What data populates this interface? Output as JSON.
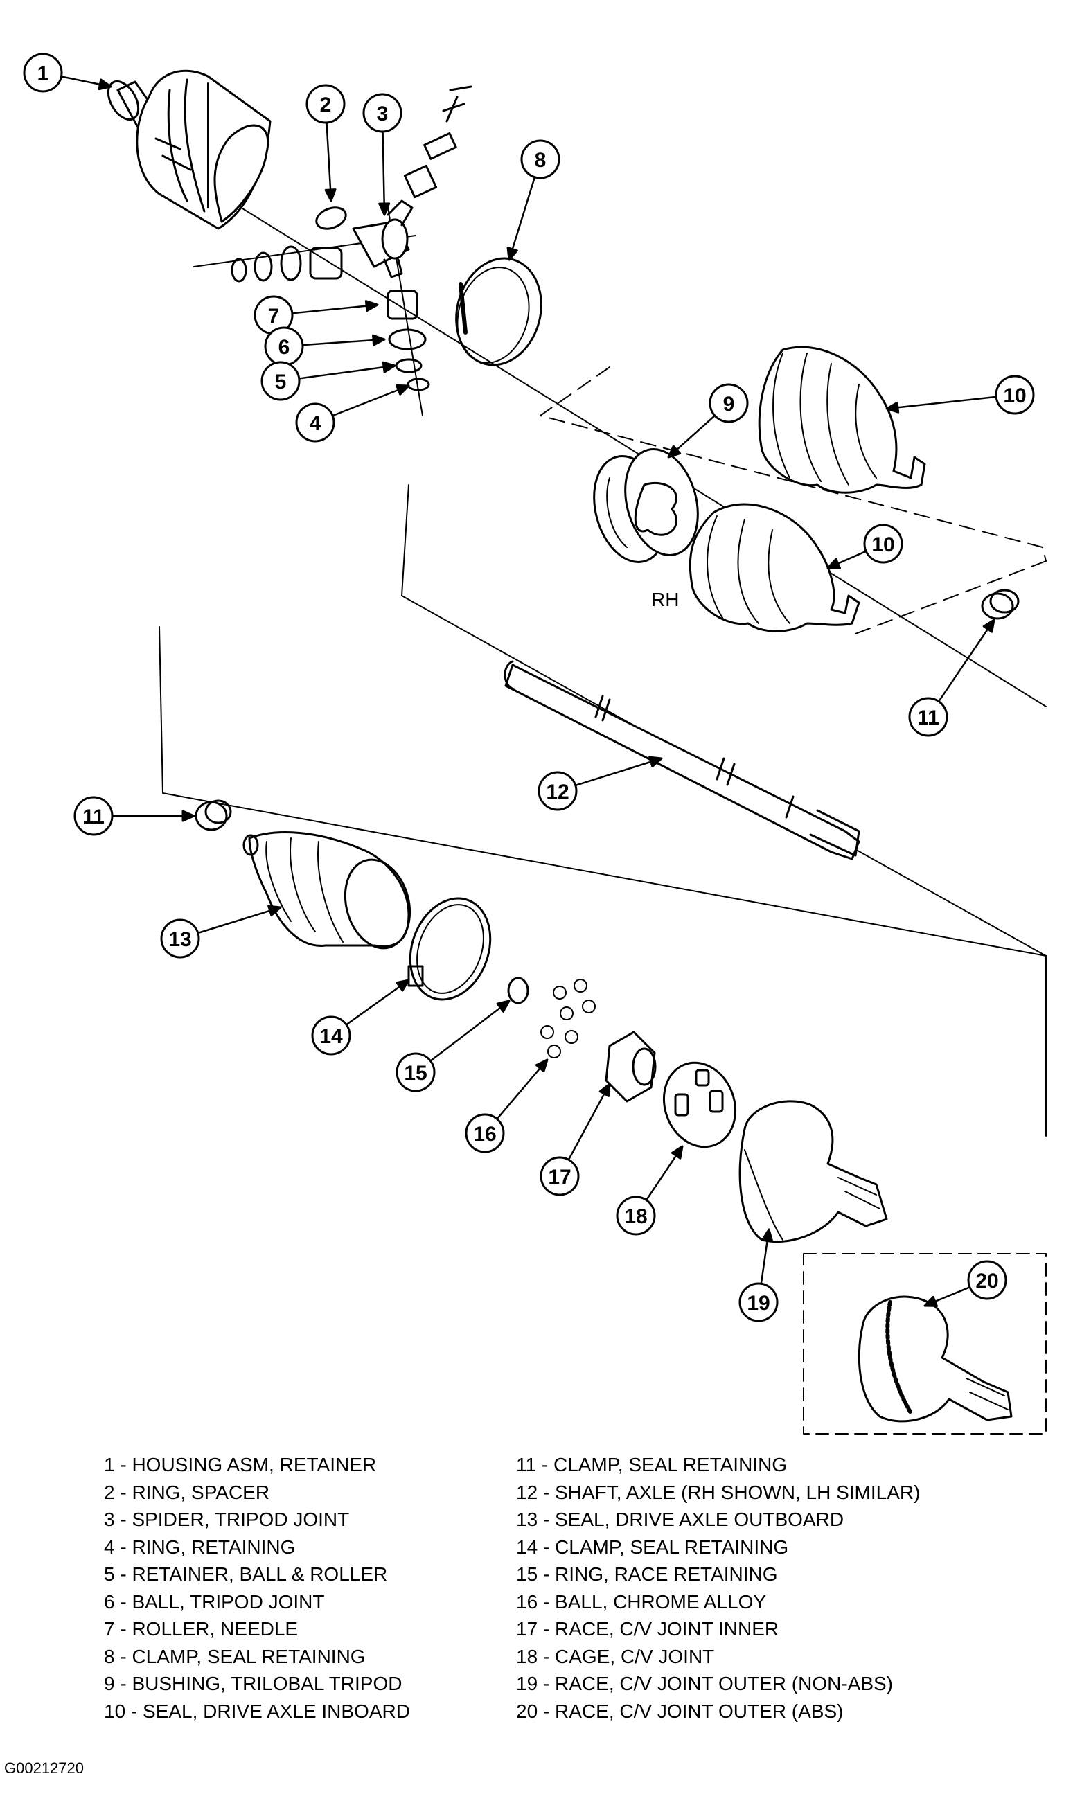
{
  "callouts": [
    {
      "num": "1"
    },
    {
      "num": "2"
    },
    {
      "num": "3"
    },
    {
      "num": "8"
    },
    {
      "num": "7"
    },
    {
      "num": "6"
    },
    {
      "num": "5"
    },
    {
      "num": "4"
    },
    {
      "num": "9"
    },
    {
      "num": "10"
    },
    {
      "num": "10"
    },
    {
      "num": "11"
    },
    {
      "num": "12"
    },
    {
      "num": "11"
    },
    {
      "num": "13"
    },
    {
      "num": "14"
    },
    {
      "num": "15"
    },
    {
      "num": "16"
    },
    {
      "num": "17"
    },
    {
      "num": "18"
    },
    {
      "num": "19"
    },
    {
      "num": "20"
    }
  ],
  "rh_label": "RH",
  "legend_left": [
    "1 - HOUSING ASM, RETAINER",
    "2 - RING, SPACER",
    "3 - SPIDER, TRIPOD JOINT",
    "4 - RING, RETAINING",
    "5 - RETAINER, BALL & ROLLER",
    "6 - BALL, TRIPOD JOINT",
    "7 - ROLLER, NEEDLE",
    "8 - CLAMP, SEAL RETAINING",
    "9 - BUSHING, TRILOBAL TRIPOD",
    "10 - SEAL, DRIVE AXLE INBOARD"
  ],
  "legend_right": [
    "11 - CLAMP, SEAL RETAINING",
    "12 - SHAFT, AXLE (RH SHOWN, LH SIMILAR)",
    "13 - SEAL, DRIVE AXLE OUTBOARD",
    "14 - CLAMP, SEAL RETAINING",
    "15 - RING, RACE RETAINING",
    "16 - BALL, CHROME ALLOY",
    "17 - RACE, C/V JOINT INNER",
    "18 - CAGE, C/V JOINT",
    "19 - RACE, C/V JOINT OUTER (NON-ABS)",
    "20 - RACE, C/V JOINT OUTER (ABS)"
  ],
  "figure_id": "G00212720"
}
